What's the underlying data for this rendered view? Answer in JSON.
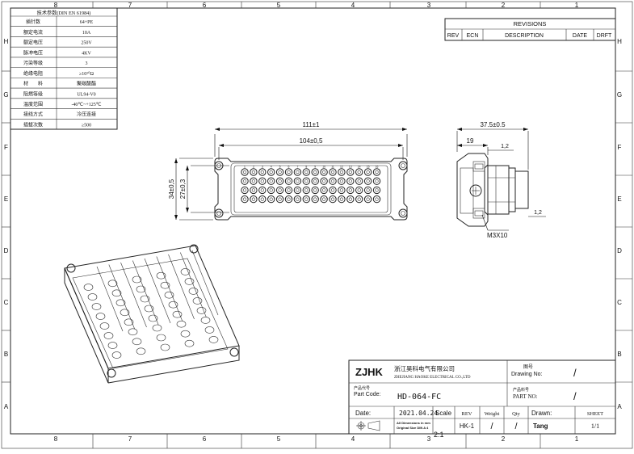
{
  "border": {
    "columns_top": [
      "8",
      "7",
      "6",
      "5",
      "4",
      "3",
      "2",
      "1"
    ],
    "columns_bottom": [
      "8",
      "7",
      "6",
      "5",
      "4",
      "3",
      "2",
      "1"
    ],
    "rows_left": [
      "H",
      "G",
      "F",
      "E",
      "D",
      "C",
      "B",
      "A"
    ],
    "rows_right": [
      "H",
      "G",
      "F",
      "E",
      "D",
      "C",
      "B",
      "A"
    ]
  },
  "spec_table": {
    "title": "技术参数(DIN EN 61984)",
    "rows": [
      {
        "label": "插针数",
        "value": "64+PE"
      },
      {
        "label": "额定电流",
        "value": "10A"
      },
      {
        "label": "额定电压",
        "value": "250V"
      },
      {
        "label": "脉冲电压",
        "value": "4KV"
      },
      {
        "label": "污染等级",
        "value": "3"
      },
      {
        "label": "绝缘电阻",
        "value": "≥10¹⁰Ω"
      },
      {
        "label": "材　　料",
        "value": "聚碳酸酯"
      },
      {
        "label": "阻燃等级",
        "value": "UL94-V0"
      },
      {
        "label": "温度范围",
        "value": "-40℃~+125℃"
      },
      {
        "label": "接线方式",
        "value": "冷压连接"
      },
      {
        "label": "插拔次数",
        "value": "≥500"
      }
    ]
  },
  "revisions": {
    "title": "REVISIONS",
    "headers": [
      "REV",
      "ECN",
      "DESCRIPTION",
      "DATE",
      "DRFT"
    ]
  },
  "front_view": {
    "dim_overall": "111±1",
    "dim_pitch": "104±0,5",
    "dim_height": "34±0,5",
    "dim_inner": "27±0,3",
    "pin_numbers_top": [
      "1",
      "2",
      "3",
      "4",
      "5",
      "6",
      "7",
      "8",
      "9",
      "10",
      "11",
      "12",
      "13",
      "14",
      "15",
      "16"
    ]
  },
  "side_view": {
    "dim_depth": "37.5±0.5",
    "dim_19": "19",
    "dim_12a": "1,2",
    "dim_12b": "1,2",
    "screw": "M3X10"
  },
  "title_block": {
    "logo": "ZJHK",
    "company_cn": "浙江昊科电气有限公司",
    "company_en": "ZHEJIANG HAOKE ELECTRICAL CO.,LTD",
    "drawing_no_cn": "图号",
    "drawing_no_label": "Drawing No:",
    "drawing_no_value": "/",
    "part_code_cn": "产品代号",
    "part_code_label": "Part Code:",
    "part_code_value": "HD-064-FC",
    "part_no_cn": "产品料号",
    "part_no_label": "PART NO:",
    "part_no_value": "/",
    "date_label": "Date:",
    "date_value": "2021.04.24",
    "scale_label": "Scale",
    "scale_value": "2:1",
    "rev_label": "REV",
    "rev_value": "HK-1",
    "weight_label": "Weight",
    "weight_value": "/",
    "qty_label": "Qty",
    "qty_value": "/",
    "drawn_label": "Drawn:",
    "drawn_value": "Tang",
    "sheet_label": "SHEET",
    "sheet_value": "1/1",
    "note_line1": "All Dimensions in mm",
    "note_line2": "Original Size DIN A 4"
  }
}
